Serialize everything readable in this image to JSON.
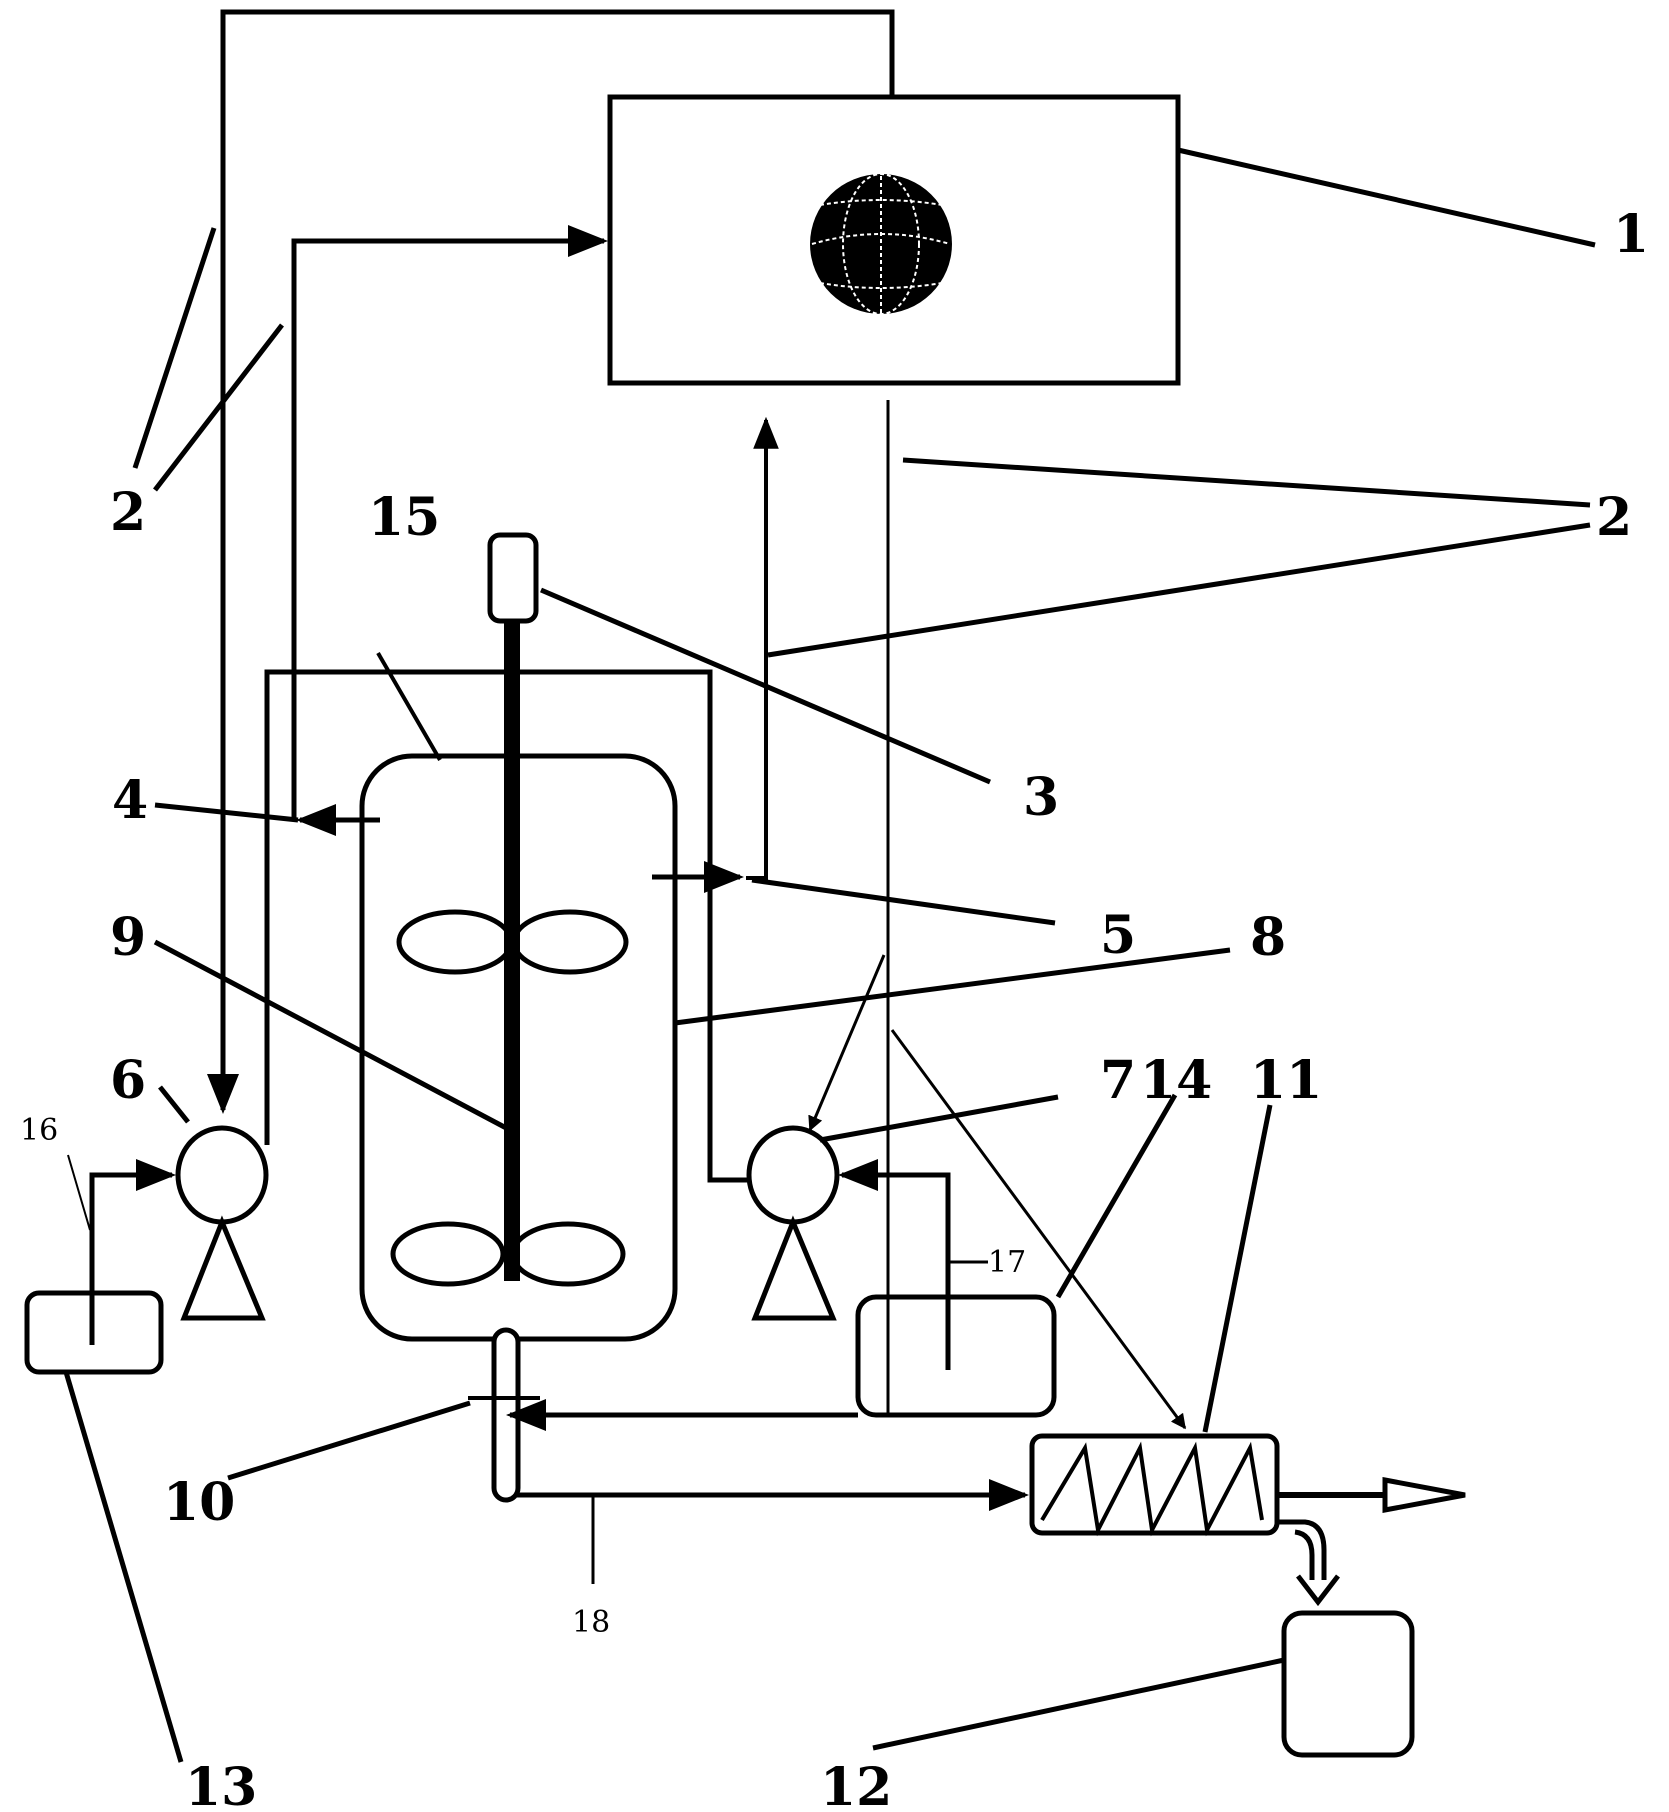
{
  "labels": {
    "l1": "1",
    "l2a": "2",
    "l2b": "2",
    "l3": "3",
    "l4": "4",
    "l5": "5",
    "l6": "6",
    "l7": "7",
    "l8": "8",
    "l9": "9",
    "l10": "10",
    "l11": "11",
    "l12": "12",
    "l13": "13",
    "l14": "14",
    "l15": "15",
    "l16": "16",
    "l17": "17",
    "l18": "18"
  },
  "colors": {
    "line": "#000000",
    "background": "#ffffff",
    "globe_lines": "#ffffff"
  },
  "icons": {
    "computer_display": "globe-icon"
  }
}
